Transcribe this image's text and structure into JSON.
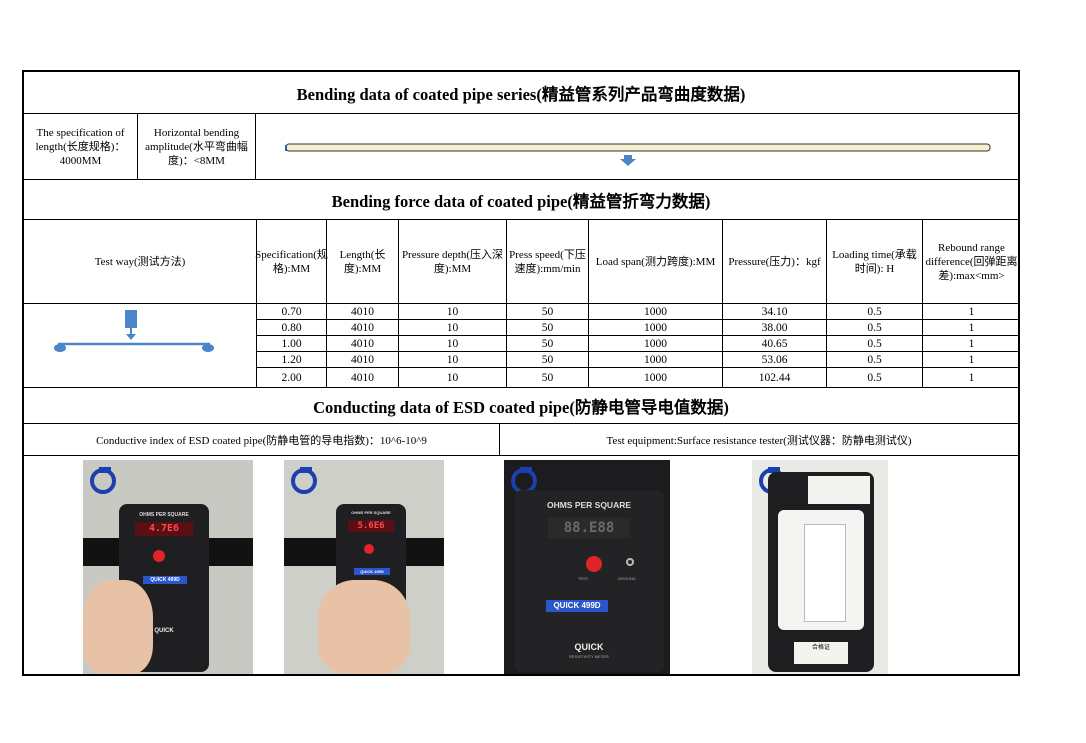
{
  "bending": {
    "title": "Bending data of coated pipe series(精益管系列产品弯曲度数据)",
    "spec_label": "The specification of length(长度规格)：4000MM",
    "amplitude_label": "Horizontal bending amplitude(水平弯曲幅度)：<8MM"
  },
  "force": {
    "title": "Bending force data of coated pipe(精益管折弯力数据)",
    "headers": [
      "Test way(测试方法)",
      "Specification(规格):MM",
      "Length(长度):MM",
      "Pressure depth(压入深度):MM",
      "Press speed(下压速度):mm/min",
      "Load span(测力跨度):MM",
      "Pressure(压力)：kgf",
      "Loading time(承载时间): H",
      "Rebound range difference(回弹距离差):max<mm>"
    ],
    "rows": [
      [
        "0.70",
        "4010",
        "10",
        "50",
        "1000",
        "34.10",
        "0.5",
        "1"
      ],
      [
        "0.80",
        "4010",
        "10",
        "50",
        "1000",
        "38.00",
        "0.5",
        "1"
      ],
      [
        "1.00",
        "4010",
        "10",
        "50",
        "1000",
        "40.65",
        "0.5",
        "1"
      ],
      [
        "1.20",
        "4010",
        "10",
        "50",
        "1000",
        "53.06",
        "0.5",
        "1"
      ],
      [
        "2.00",
        "4010",
        "10",
        "50",
        "1000",
        "102.44",
        "0.5",
        "1"
      ]
    ]
  },
  "conducting": {
    "title": "Conducting data of ESD coated pipe(防静电管导电值数据)",
    "index_label": "Conductive index of ESD coated pipe(防静电管的导电指数)：10^6-10^9",
    "equipment_label": "Test equipment:Surface resistance tester(测试仪器：防静电测试仪)"
  },
  "photos": {
    "meter_title": "OHMS PER SQUARE",
    "readings": [
      "4.7E6",
      "5.6E6",
      "88.E88"
    ],
    "test_label": "TEST",
    "ground_label": "GROUND",
    "brand": "QUICK 499D",
    "quick_logo": "QUICK",
    "meter_sub": "RESISTIVITY METER",
    "cert_label": "合格证"
  },
  "colors": {
    "pipe_fill": "#f5efcf",
    "diagram_blue": "#4a86c8",
    "logo_blue": "#1a3fae"
  }
}
